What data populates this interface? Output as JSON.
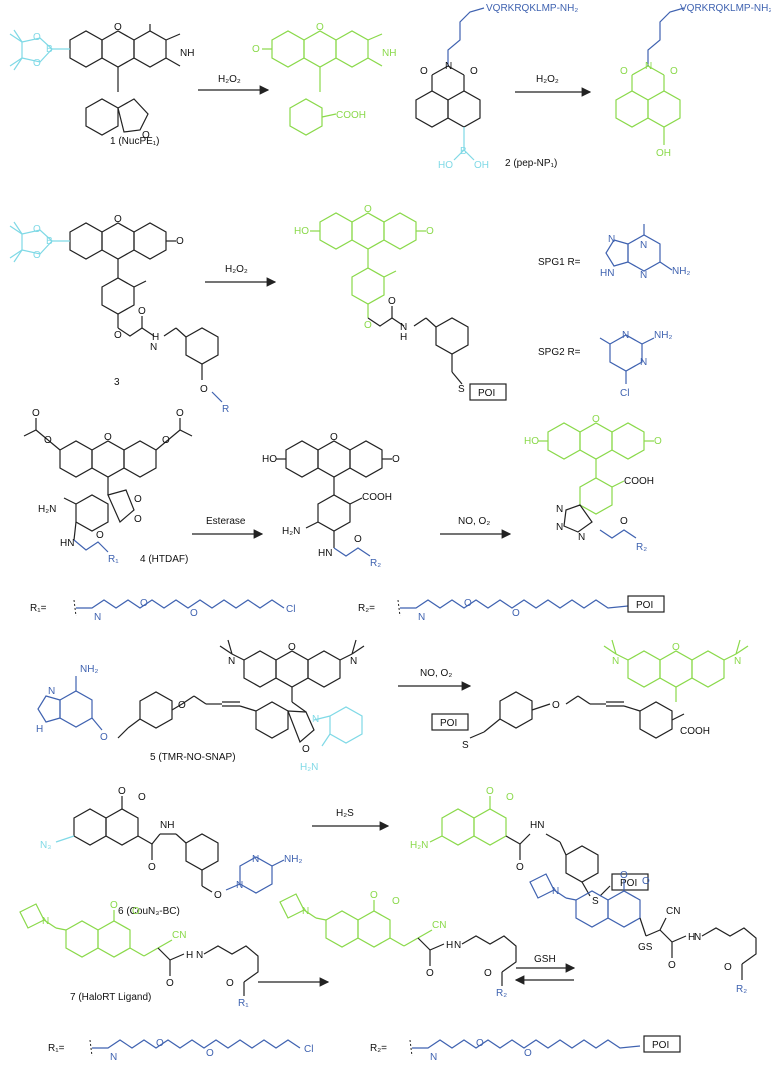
{
  "colors": {
    "black": "#222222",
    "green": "#8ad94a",
    "cyan": "#7fd9e6",
    "blue": "#3f62b0"
  },
  "reactions": {
    "r1": {
      "reagent": "H₂O₂",
      "compound": "1 (NucPE₁)"
    },
    "r2": {
      "reagent": "H₂O₂",
      "compound": "2 (pep-NP₁)",
      "peptide": "VQRKRQKLMP-NH₂"
    },
    "r3": {
      "reagent": "H₂O₂",
      "compound": "3"
    },
    "r4": {
      "reagent1": "Esterase",
      "reagent2": "NO, O₂",
      "compound": "4 (HTDAF)"
    },
    "r5": {
      "reagent": "NO, O₂",
      "compound": "5 (TMR-NO-SNAP)"
    },
    "r6": {
      "reagent": "H₂S",
      "compound": "6 (CouN₃-BC)"
    },
    "r7": {
      "reagent": "GSH",
      "compound": "7 (HaloRT Ligand)"
    }
  },
  "groups": {
    "spg1": "SPG1 R=",
    "spg2": "SPG2 R=",
    "r1_label": "R₁=",
    "r2_label": "R₂=",
    "poi": "POI"
  },
  "atoms": {
    "o": "O",
    "oh": "OH",
    "ho": "HO",
    "nh": "NH",
    "n": "N",
    "hn": "HN",
    "h2n": "H₂N",
    "nh2": "NH₂",
    "cooh": "COOH",
    "cl": "Cl",
    "s": "S",
    "b": "B",
    "gs": "GS",
    "cn": "CN",
    "n3": "N₃",
    "h": "H",
    "r": "R",
    "r1": "R₁",
    "r2": "R₂"
  }
}
